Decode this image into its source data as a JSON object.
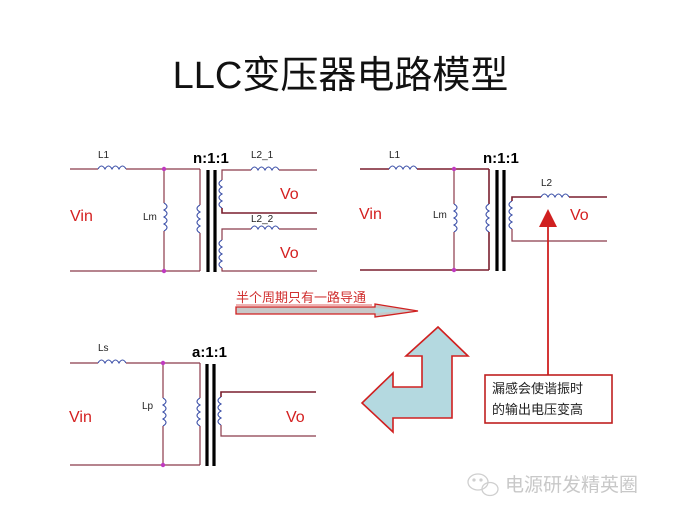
{
  "title": "LLC变压器电路模型",
  "circuit1": {
    "series_inductor": "L1",
    "magnetizing_inductor": "Lm",
    "ratio": "n:1:1",
    "output_inductor_1": "L2_1",
    "output_inductor_2": "L2_2",
    "input_label": "Vin",
    "output_label_1": "Vo",
    "output_label_2": "Vo"
  },
  "circuit2": {
    "series_inductor": "L1",
    "magnetizing_inductor": "Lm",
    "ratio": "n:1:1",
    "output_inductor": "L2",
    "input_label": "Vin",
    "output_label": "Vo"
  },
  "circuit3": {
    "series_inductor": "Ls",
    "magnetizing_inductor": "Lp",
    "ratio": "a:1:1",
    "input_label": "Vin",
    "output_label": "Vo"
  },
  "annotations": {
    "arrow_note": "半个周期只有一路导通",
    "callout_line1": "漏感会使谐振时",
    "callout_line2": "的输出电压变高"
  },
  "watermark": {
    "icon": "wechat-icon",
    "text": "电源研发精英圈"
  },
  "colors": {
    "wire": "#8b3a4a",
    "coil": "#3b4fa8",
    "node": "#c03ac0",
    "label_red": "#d42020",
    "arrow_fill": "#b4d9e0",
    "arrow_stroke": "#d02020"
  }
}
